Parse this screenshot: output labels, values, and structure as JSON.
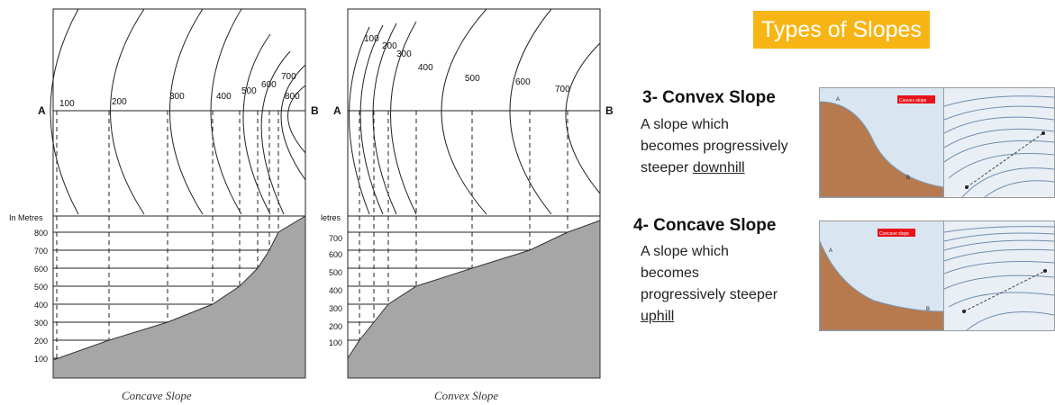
{
  "left_diagram": {
    "caption": "Concave Slope",
    "axis_title": "In Metres",
    "point_a": "A",
    "point_b": "B",
    "contour_labels": [
      "100",
      "200",
      "300",
      "400",
      "500",
      "600",
      "700",
      "800"
    ],
    "height_ticks": [
      "800",
      "700",
      "600",
      "500",
      "400",
      "300",
      "200",
      "100"
    ]
  },
  "right_diagram": {
    "caption": "Convex Slope",
    "axis_title": "letres",
    "point_a": "A",
    "point_b": "B",
    "contour_labels": [
      "100",
      "200",
      "300",
      "400",
      "500",
      "600",
      "700"
    ],
    "height_ticks": [
      "700",
      "600",
      "500",
      "400",
      "300",
      "200",
      "100"
    ]
  },
  "panel": {
    "title": "Types of Slopes",
    "convex": {
      "heading": "3- Convex Slope",
      "line1": "A slope which",
      "line2": "becomes progressively",
      "line3_prefix": "steeper ",
      "line3_underlined": "downhill",
      "thumb_label": "Convex slope",
      "point_a": "A",
      "point_b": "B"
    },
    "concave": {
      "heading": "4- Concave Slope",
      "line1": "A slope which",
      "line2": "becomes",
      "line3": "progressively steeper",
      "line4_underlined": "uphill",
      "thumb_label": "Concave slope",
      "point_a": "A",
      "point_b": "B"
    }
  },
  "colors": {
    "title_bg": "#f7b515",
    "profile_fill": "#a6a6a6",
    "thumb_land": "#b77a4f",
    "thumb_sky": "#d9e6f2",
    "thumb_label_bg": "#e8121a"
  }
}
